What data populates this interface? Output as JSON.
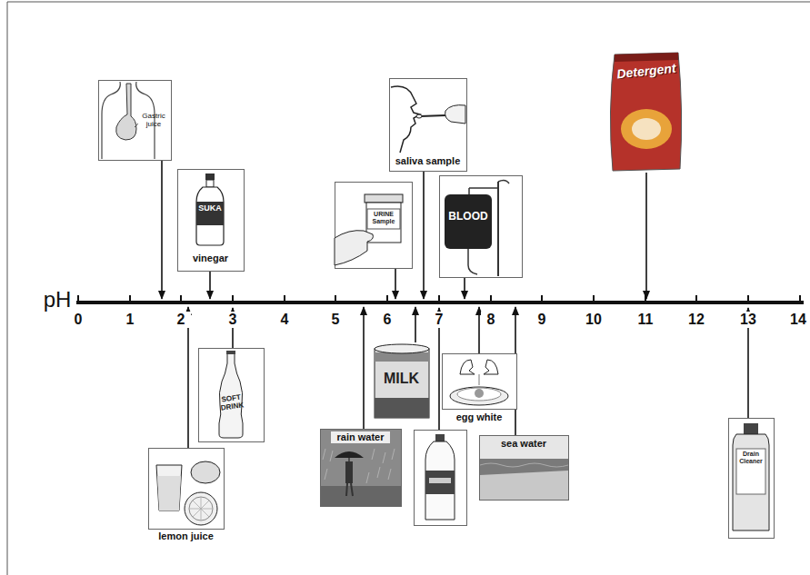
{
  "diagram": {
    "nodes": [
      {
        "text": [
          "Detergent"
        ]
      },
      {
        "text": [
          "saliva sample"
        ]
      },
      {
        "text": [
          "Gastric juice"
        ]
      },
      {
        "text": [
          "SUKA",
          "vinegar"
        ]
      },
      {
        "text": [
          "BLOOD"
        ]
      },
      {
        "text": [
          "URINE Sample"
        ]
      },
      {
        "text": [
          "MILK"
        ]
      },
      {
        "text": [
          "SOFT DRINK"
        ]
      },
      {
        "text": [
          "egg white"
        ]
      },
      {
        "text": [
          "rain water"
        ]
      },
      {
        "text": [
          "Drain Cleaner"
        ]
      },
      {
        "text": [
          "sea water"
        ]
      },
      {
        "text": [
          "lemon juice"
        ]
      }
    ],
    "labels": [
      "pH",
      "0",
      "1",
      "2",
      "3",
      "4",
      "5",
      "6",
      "7",
      "8",
      "9",
      "10",
      "11",
      "12",
      "13",
      "14"
    ]
  }
}
